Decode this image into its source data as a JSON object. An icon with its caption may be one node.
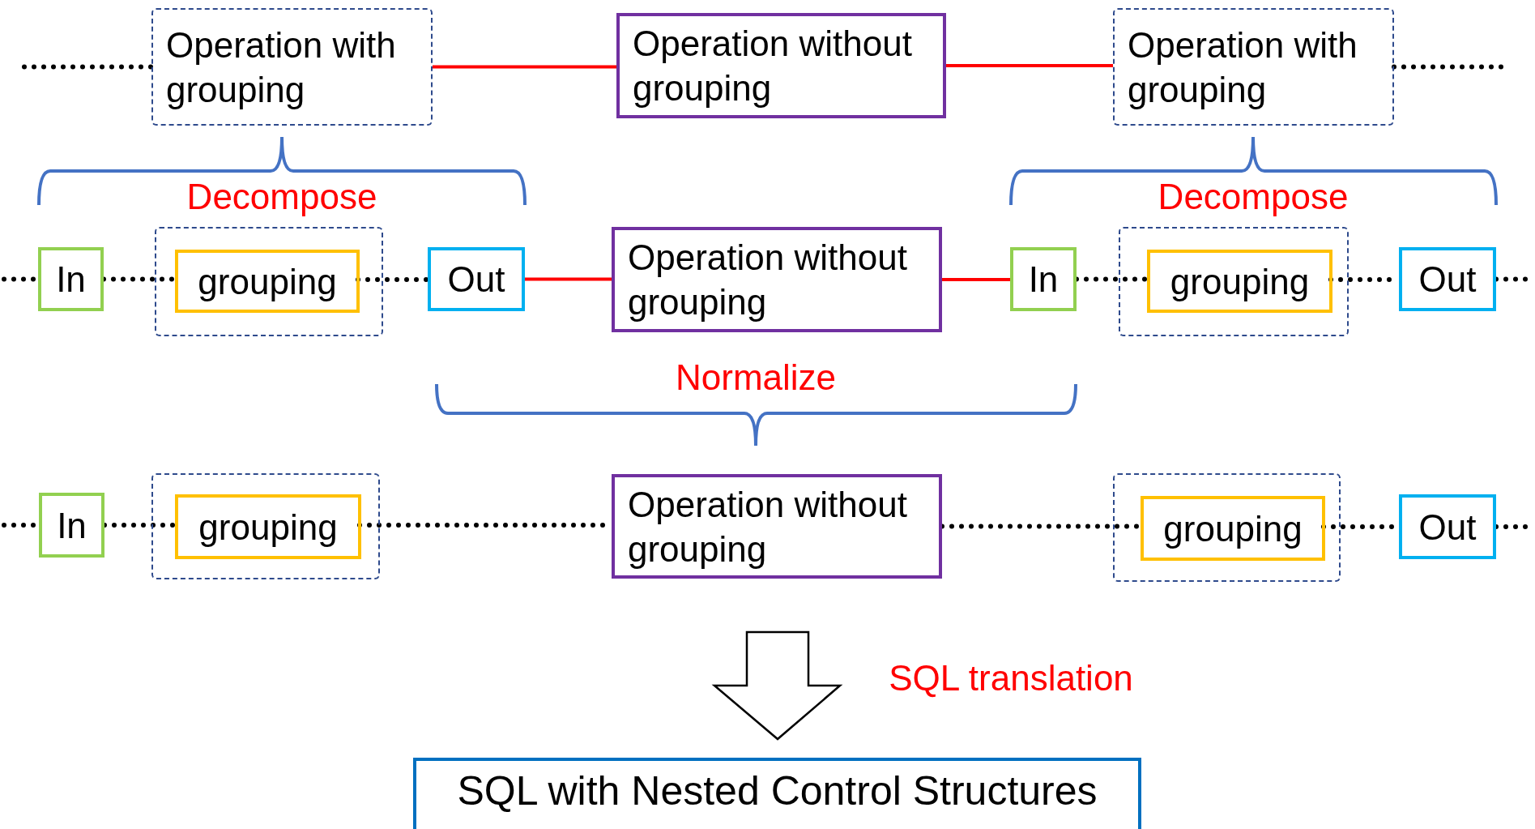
{
  "diagram": {
    "nodes": [
      {
        "text": [
          "Operation with grouping"
        ]
      },
      {
        "text": [
          "Operation without grouping"
        ]
      },
      {
        "text": [
          "Operation with grouping"
        ]
      },
      {
        "text": [
          "In"
        ]
      },
      {
        "text": [],
        "shape": "box"
      },
      {
        "text": [
          "grouping"
        ],
        "in": 4
      },
      {
        "text": [
          "Out"
        ]
      },
      {
        "text": [
          "Operation without grouping"
        ]
      },
      {
        "text": [
          "In"
        ]
      },
      {
        "text": [],
        "shape": "box"
      },
      {
        "text": [
          "grouping"
        ],
        "in": 9
      },
      {
        "text": [
          "Out"
        ]
      },
      {
        "text": [
          "In"
        ]
      },
      {
        "text": [],
        "shape": "box"
      },
      {
        "text": [
          "grouping"
        ],
        "in": 13
      },
      {
        "text": [
          "Operation without grouping"
        ]
      },
      {
        "text": [],
        "shape": "box"
      },
      {
        "text": [
          "grouping"
        ],
        "in": 16
      },
      {
        "text": [
          "Out"
        ]
      },
      {
        "text": [
          "SQL with Nested Control Structures"
        ]
      }
    ],
    "edges": [
      {
        "from": null,
        "to": 0,
        "arrow": "none",
        "style": "dashed"
      },
      {
        "from": 0,
        "to": 1,
        "arrow": "none",
        "color": "#ff0000"
      },
      {
        "from": 1,
        "to": 2,
        "arrow": "none",
        "color": "#ff0000"
      },
      {
        "from": 2,
        "to": null,
        "arrow": "none",
        "style": "dashed"
      },
      {
        "from": null,
        "to": 3,
        "arrow": "none",
        "style": "dashed"
      },
      {
        "from": 3,
        "to": 5,
        "arrow": "none",
        "style": "dashed"
      },
      {
        "from": 5,
        "to": 6,
        "arrow": "none",
        "style": "dashed"
      },
      {
        "from": 6,
        "to": 7,
        "arrow": "none",
        "color": "#ff0000"
      },
      {
        "from": 7,
        "to": 8,
        "arrow": "none",
        "color": "#ff0000"
      },
      {
        "from": 8,
        "to": 10,
        "arrow": "none",
        "style": "dashed"
      },
      {
        "from": 10,
        "to": 11,
        "arrow": "none",
        "style": "dashed"
      },
      {
        "from": 11,
        "to": null,
        "arrow": "none",
        "style": "dashed"
      },
      {
        "from": null,
        "to": 12,
        "arrow": "none",
        "style": "dashed"
      },
      {
        "from": 12,
        "to": 14,
        "arrow": "none",
        "style": "dashed"
      },
      {
        "from": 14,
        "to": 15,
        "arrow": "none",
        "style": "dashed"
      },
      {
        "from": 15,
        "to": 17,
        "arrow": "none",
        "style": "dashed"
      },
      {
        "from": 17,
        "to": 18,
        "arrow": "none",
        "style": "dashed"
      },
      {
        "from": 18,
        "to": null,
        "arrow": "none",
        "style": "dashed"
      },
      {
        "from": 15,
        "to": 19,
        "arrow": "to",
        "label": "SQL translation"
      }
    ],
    "labels": [
      "Decompose",
      "Decompose",
      "Normalize"
    ]
  }
}
